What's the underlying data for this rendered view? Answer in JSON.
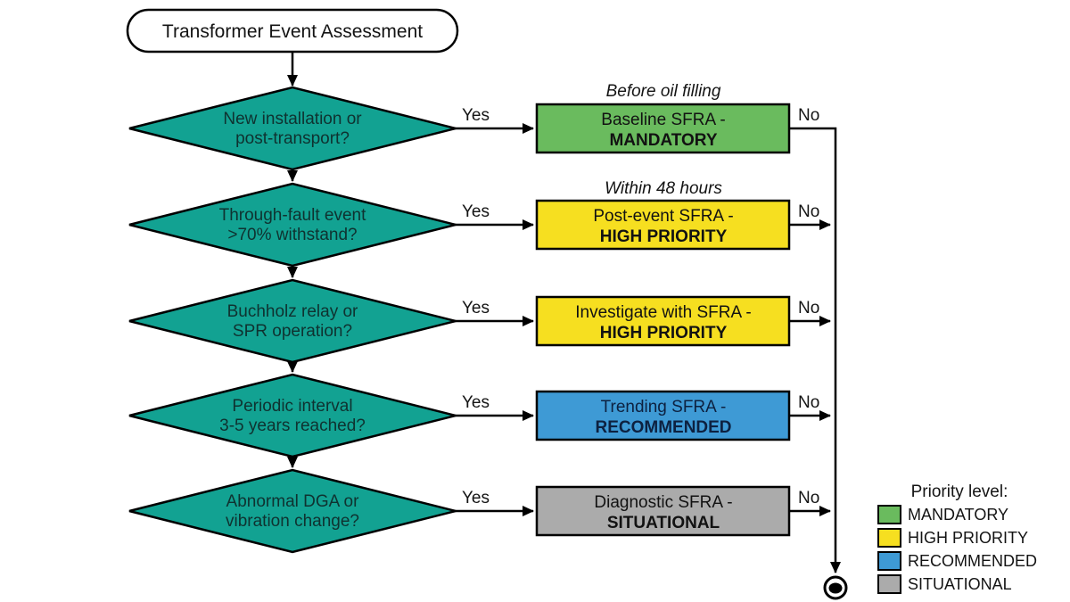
{
  "start": {
    "label": "Transformer Event Assessment"
  },
  "colors": {
    "diamond": "#12A292",
    "green": "#6ABB5E",
    "yellow": "#F6DF20",
    "blue": "#3E9AD5",
    "gray": "#ABABAB"
  },
  "decisions": [
    {
      "line1": "New installation or",
      "line2": "post-transport?",
      "yes": "Yes",
      "no": "No"
    },
    {
      "line1": "Through-fault event",
      "line2": ">70% withstand?",
      "yes": "Yes",
      "no": "No"
    },
    {
      "line1": "Buchholz relay or",
      "line2": "SPR operation?",
      "yes": "Yes",
      "no": "No"
    },
    {
      "line1": "Periodic interval",
      "line2": "3-5 years reached?",
      "yes": "Yes",
      "no": "No"
    },
    {
      "line1": "Abnormal DGA or",
      "line2": "vibration change?",
      "yes": "Yes",
      "no": "No"
    }
  ],
  "outcomes": [
    {
      "annotation": "Before oil filling",
      "line1": "Baseline SFRA -",
      "line2": "MANDATORY",
      "color": "#6ABB5E"
    },
    {
      "annotation": "Within 48 hours",
      "line1": "Post-event SFRA -",
      "line2": "HIGH PRIORITY",
      "color": "#F6DF20"
    },
    {
      "line1": "Investigate with SFRA -",
      "line2": "HIGH PRIORITY",
      "color": "#F6DF20"
    },
    {
      "line1": "Trending SFRA -",
      "line2": "RECOMMENDED",
      "color": "#3E9AD5"
    },
    {
      "line1": "Diagnostic SFRA -",
      "line2": "SITUATIONAL",
      "color": "#ABABAB"
    }
  ],
  "legend": {
    "title": "Priority level:",
    "items": [
      {
        "label": "MANDATORY",
        "color": "#6ABB5E"
      },
      {
        "label": "HIGH PRIORITY",
        "color": "#F6DF20"
      },
      {
        "label": "RECOMMENDED",
        "color": "#3E9AD5"
      },
      {
        "label": "SITUATIONAL",
        "color": "#ABABAB"
      }
    ]
  }
}
